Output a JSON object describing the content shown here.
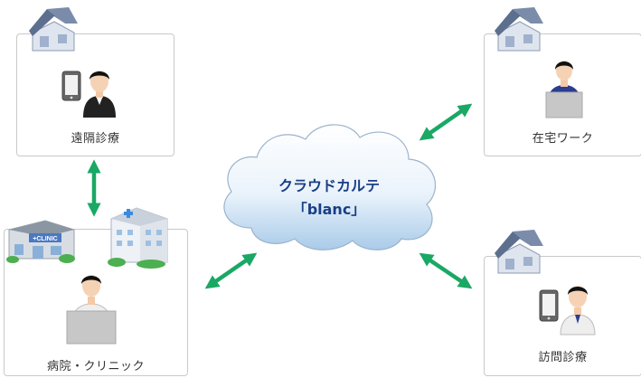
{
  "nodes": {
    "remote": {
      "label": "遠隔診療"
    },
    "home_work": {
      "label": "在宅ワーク"
    },
    "hospital": {
      "label": "病院・クリニック",
      "clinic_sign": "+CLINIC"
    },
    "visit": {
      "label": "訪問診療"
    }
  },
  "cloud": {
    "title": "クラウドカルテ",
    "name": "「blanc」"
  },
  "colors": {
    "arrow": "#1aa865",
    "cloud_text": "#1a3f86",
    "box_border": "#c9c9c9",
    "roof": "#5d6f8e",
    "house_wall": "#dfe5ee",
    "suit": "#222222",
    "coat": "#eeeeee",
    "laptop": "#c7c7c7"
  },
  "icons": [
    "house-icon",
    "tablet-icon",
    "doctor-icon",
    "worker-icon",
    "laptop-icon",
    "clinic-building-icon",
    "hospital-building-icon",
    "cloud-icon",
    "double-arrow-icon"
  ]
}
